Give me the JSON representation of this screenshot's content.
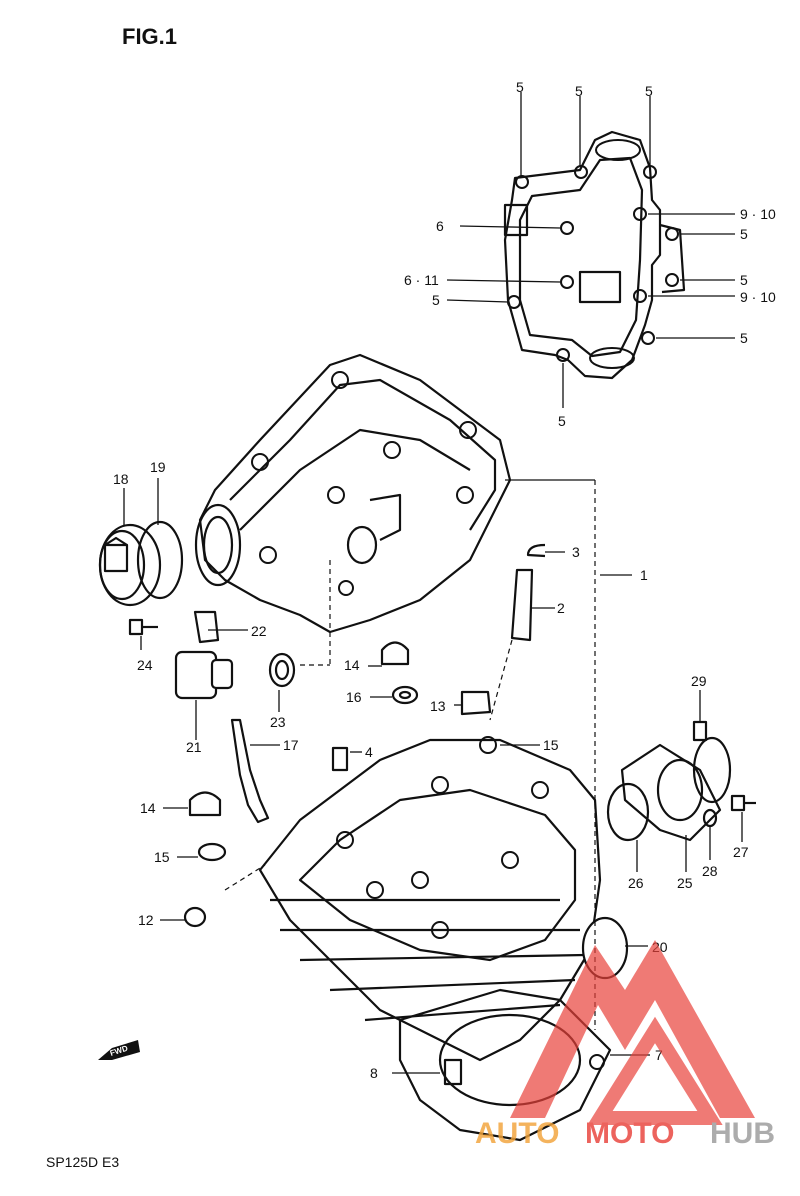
{
  "figure": {
    "title": "FIG.1",
    "model": "SP125D  E3"
  },
  "fwd_label": "FWD",
  "watermark": {
    "text_a": "AUTO",
    "text_b": "MOTO",
    "text_c": "HUB",
    "color_red": "#e8413a",
    "color_orange": "#f2a33a",
    "color_gray": "#9a9a9a"
  },
  "callouts": {
    "c5a": "5",
    "c5b": "5",
    "c5c": "5",
    "c5d": "5",
    "c5e": "5",
    "c5f": "5",
    "c5g": "5",
    "c5h": "5",
    "c6": "6",
    "c611": "6 · 11",
    "c910a": "9 · 10",
    "c910b": "9 · 10",
    "c1": "1",
    "c2": "2",
    "c3": "3",
    "c4": "4",
    "c7": "7",
    "c8": "8",
    "c12": "12",
    "c13": "13",
    "c14a": "14",
    "c14b": "14",
    "c15a": "15",
    "c15b": "15",
    "c16": "16",
    "c17": "17",
    "c18": "18",
    "c19": "19",
    "c20": "20",
    "c21": "21",
    "c22": "22",
    "c23": "23",
    "c24": "24",
    "c25": "25",
    "c26": "26",
    "c27": "27",
    "c28": "28",
    "c29": "29"
  }
}
